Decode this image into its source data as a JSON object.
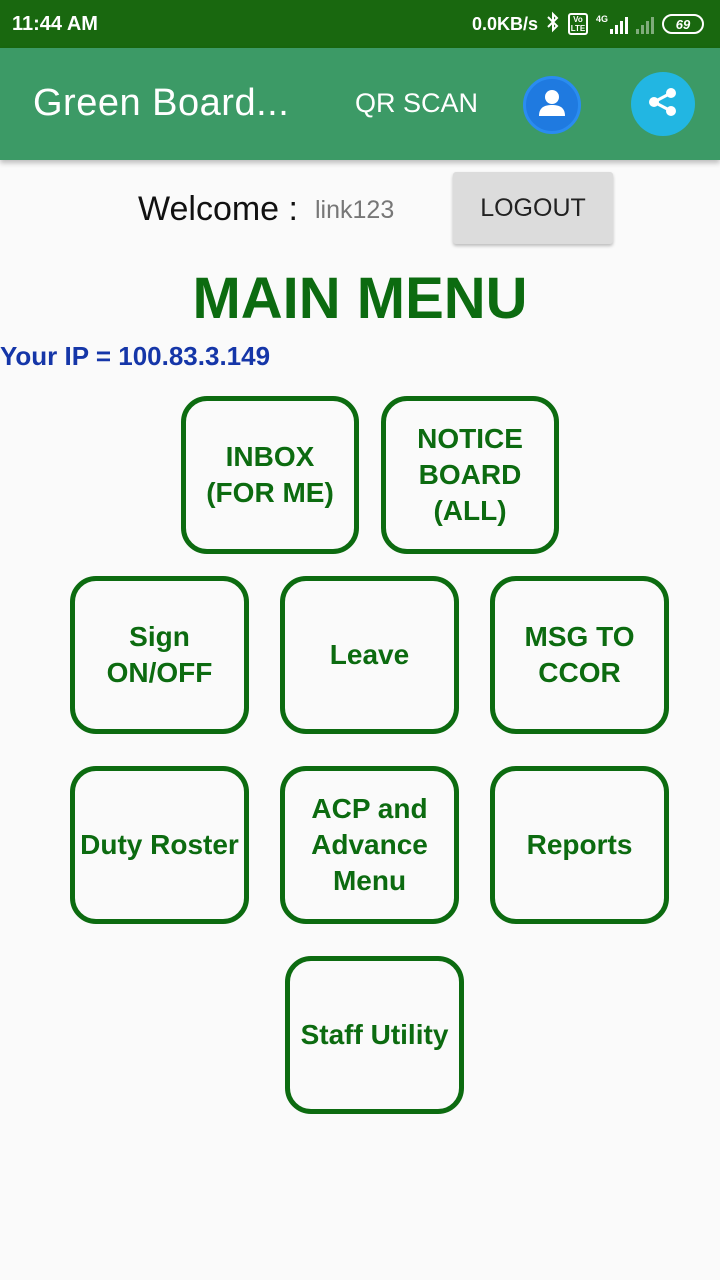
{
  "status_bar": {
    "time": "11:44 AM",
    "net_speed": "0.0KB/s",
    "network_type": "4G",
    "volte": "Vo\nLTE",
    "battery": "69",
    "icons": [
      "bluetooth-icon",
      "volte-icon",
      "signal-icon",
      "signal-icon",
      "battery-icon"
    ]
  },
  "app_bar": {
    "title": "Green Board...",
    "qr_scan": "QR SCAN",
    "profile_icon": "person-icon",
    "share_icon": "share-icon",
    "colors": {
      "bar": "#3c9a66",
      "status": "#19680f",
      "profile": "#1f7ae0",
      "share": "#22b6e2"
    }
  },
  "welcome": {
    "label": "Welcome :",
    "user": "link123",
    "logout": "LOGOUT"
  },
  "main_menu": {
    "title": "MAIN MENU",
    "ip": "Your IP = 100.83.3.149",
    "accent": "#0c6b10",
    "tiles": [
      {
        "label": "INBOX\n(FOR ME)"
      },
      {
        "label": "NOTICE\nBOARD\n(ALL)"
      },
      {
        "label": "Sign ON/OFF"
      },
      {
        "label": "Leave"
      },
      {
        "label": "MSG TO\nCCOR"
      },
      {
        "label": "Duty Roster"
      },
      {
        "label": "ACP and\nAdvance\nMenu"
      },
      {
        "label": "Reports"
      },
      {
        "label": "Staff Utility"
      }
    ]
  }
}
